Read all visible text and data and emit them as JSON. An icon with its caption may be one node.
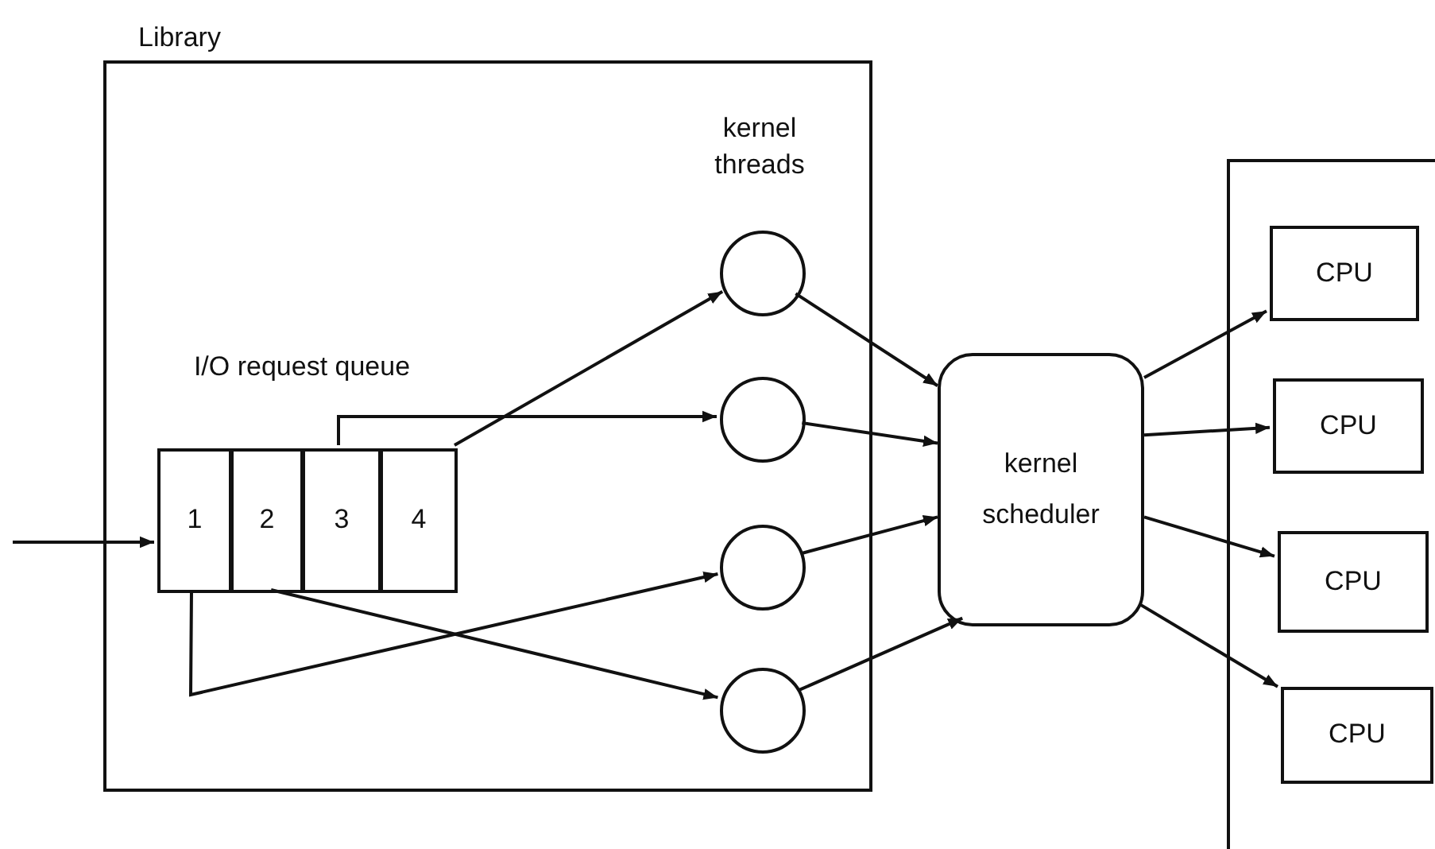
{
  "diagram": {
    "nodes": [
      {
        "text": [
          "Library"
        ]
      },
      {
        "text": [
          "1"
        ],
        "in": 0
      },
      {
        "text": [
          "2"
        ],
        "in": 0
      },
      {
        "text": [
          "3"
        ],
        "in": 0
      },
      {
        "text": [
          "4"
        ],
        "in": 0
      },
      {
        "text": [],
        "shape": "circle",
        "in": 0
      },
      {
        "text": [],
        "shape": "circle",
        "in": 0
      },
      {
        "text": [],
        "shape": "circle",
        "in": 0
      },
      {
        "text": [],
        "shape": "circle",
        "in": 0
      },
      {
        "text": [
          "kernel scheduler"
        ]
      },
      {
        "text": [],
        "shape": "box"
      },
      {
        "text": [
          "CPU"
        ],
        "in": 10
      },
      {
        "text": [
          "CPU"
        ],
        "in": 10
      },
      {
        "text": [
          "CPU"
        ],
        "in": 10
      },
      {
        "text": [
          "CPU"
        ],
        "in": 10
      }
    ],
    "edges": [
      {
        "from": null,
        "to": 1,
        "arrow": "to"
      },
      {
        "from": 4,
        "to": 5,
        "arrow": "to"
      },
      {
        "from": 3,
        "to": 6,
        "arrow": "to"
      },
      {
        "from": 1,
        "to": 7,
        "arrow": "to"
      },
      {
        "from": 2,
        "to": 8,
        "arrow": "to"
      },
      {
        "from": 5,
        "to": 9,
        "arrow": "to"
      },
      {
        "from": 6,
        "to": 9,
        "arrow": "to"
      },
      {
        "from": 7,
        "to": 9,
        "arrow": "to"
      },
      {
        "from": 8,
        "to": 9,
        "arrow": "to"
      },
      {
        "from": 9,
        "to": 11,
        "arrow": "to"
      },
      {
        "from": 9,
        "to": 12,
        "arrow": "to"
      },
      {
        "from": 9,
        "to": 13,
        "arrow": "to"
      },
      {
        "from": 9,
        "to": 14,
        "arrow": "to"
      }
    ],
    "labels": [
      "kernel threads",
      "I/O request queue"
    ]
  }
}
